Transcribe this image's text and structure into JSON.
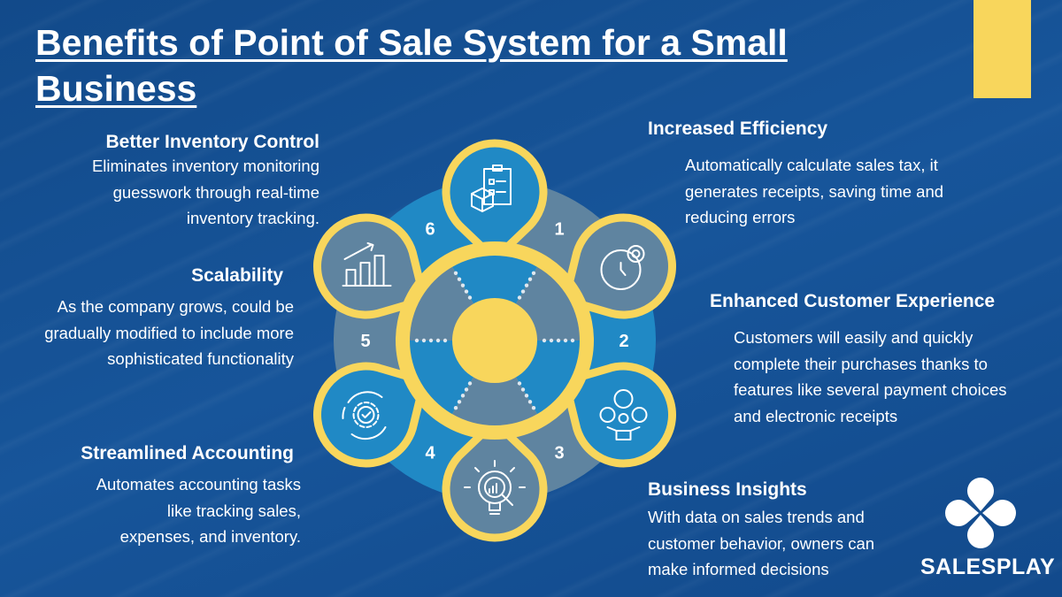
{
  "title": "Benefits of Point of Sale System for a Small Business",
  "benefits": [
    {
      "number": "1",
      "heading": "Increased Efficiency",
      "body": "Automatically calculate sales tax, it generates receipts, saving time and reducing errors",
      "icon": "stopwatch-gear-icon"
    },
    {
      "number": "2",
      "heading": "Enhanced Customer Experience",
      "body": "Customers will easily and quickly complete their purchases thanks to features like several payment choices and electronic receipts",
      "icon": "customer-feedback-icon"
    },
    {
      "number": "3",
      "heading": "Business Insights",
      "body": "With data on sales trends and customer behavior, owners can make informed decisions",
      "icon": "lightbulb-analytics-icon"
    },
    {
      "number": "4",
      "heading": "Streamlined Accounting",
      "body": "Automates accounting tasks like tracking sales, expenses, and inventory.",
      "icon": "gear-cycle-check-icon"
    },
    {
      "number": "5",
      "heading": "Scalability",
      "body": "As the company grows, could be gradually modified to include more sophisticated functionality",
      "icon": "growth-chart-icon"
    },
    {
      "number": "6",
      "heading": "Better Inventory Control",
      "body": "Eliminates inventory monitoring guesswork through real-time inventory tracking.",
      "icon": "clipboard-box-icon"
    }
  ],
  "logo": {
    "name": "SALESPLAY"
  },
  "colors": {
    "background": "#134e8f",
    "accent": "#f8d65c",
    "blue": "#2089c5",
    "gray": "#5f84a0"
  }
}
